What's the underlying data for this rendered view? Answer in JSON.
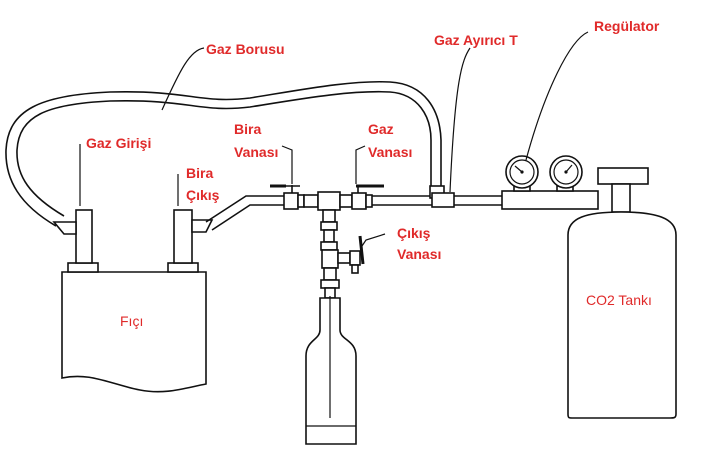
{
  "labels": {
    "gas_hose": "Gaz Borusu",
    "gas_splitter": "Gaz Ayırıcı T",
    "regulator": "Regülator",
    "gas_inlet": "Gaz Girişi",
    "beer_valve_1": "Bira",
    "beer_valve_2": "Vanası",
    "gas_valve_1": "Gaz",
    "gas_valve_2": "Vanası",
    "beer_out_1": "Bira",
    "beer_out_2": "Çıkış",
    "out_valve_1": "Çıkış",
    "out_valve_2": "Vanası",
    "keg": "Fıçı",
    "tank": "CO2 Tankı"
  },
  "colors": {
    "label": "#e02a2a",
    "line": "#111111"
  }
}
